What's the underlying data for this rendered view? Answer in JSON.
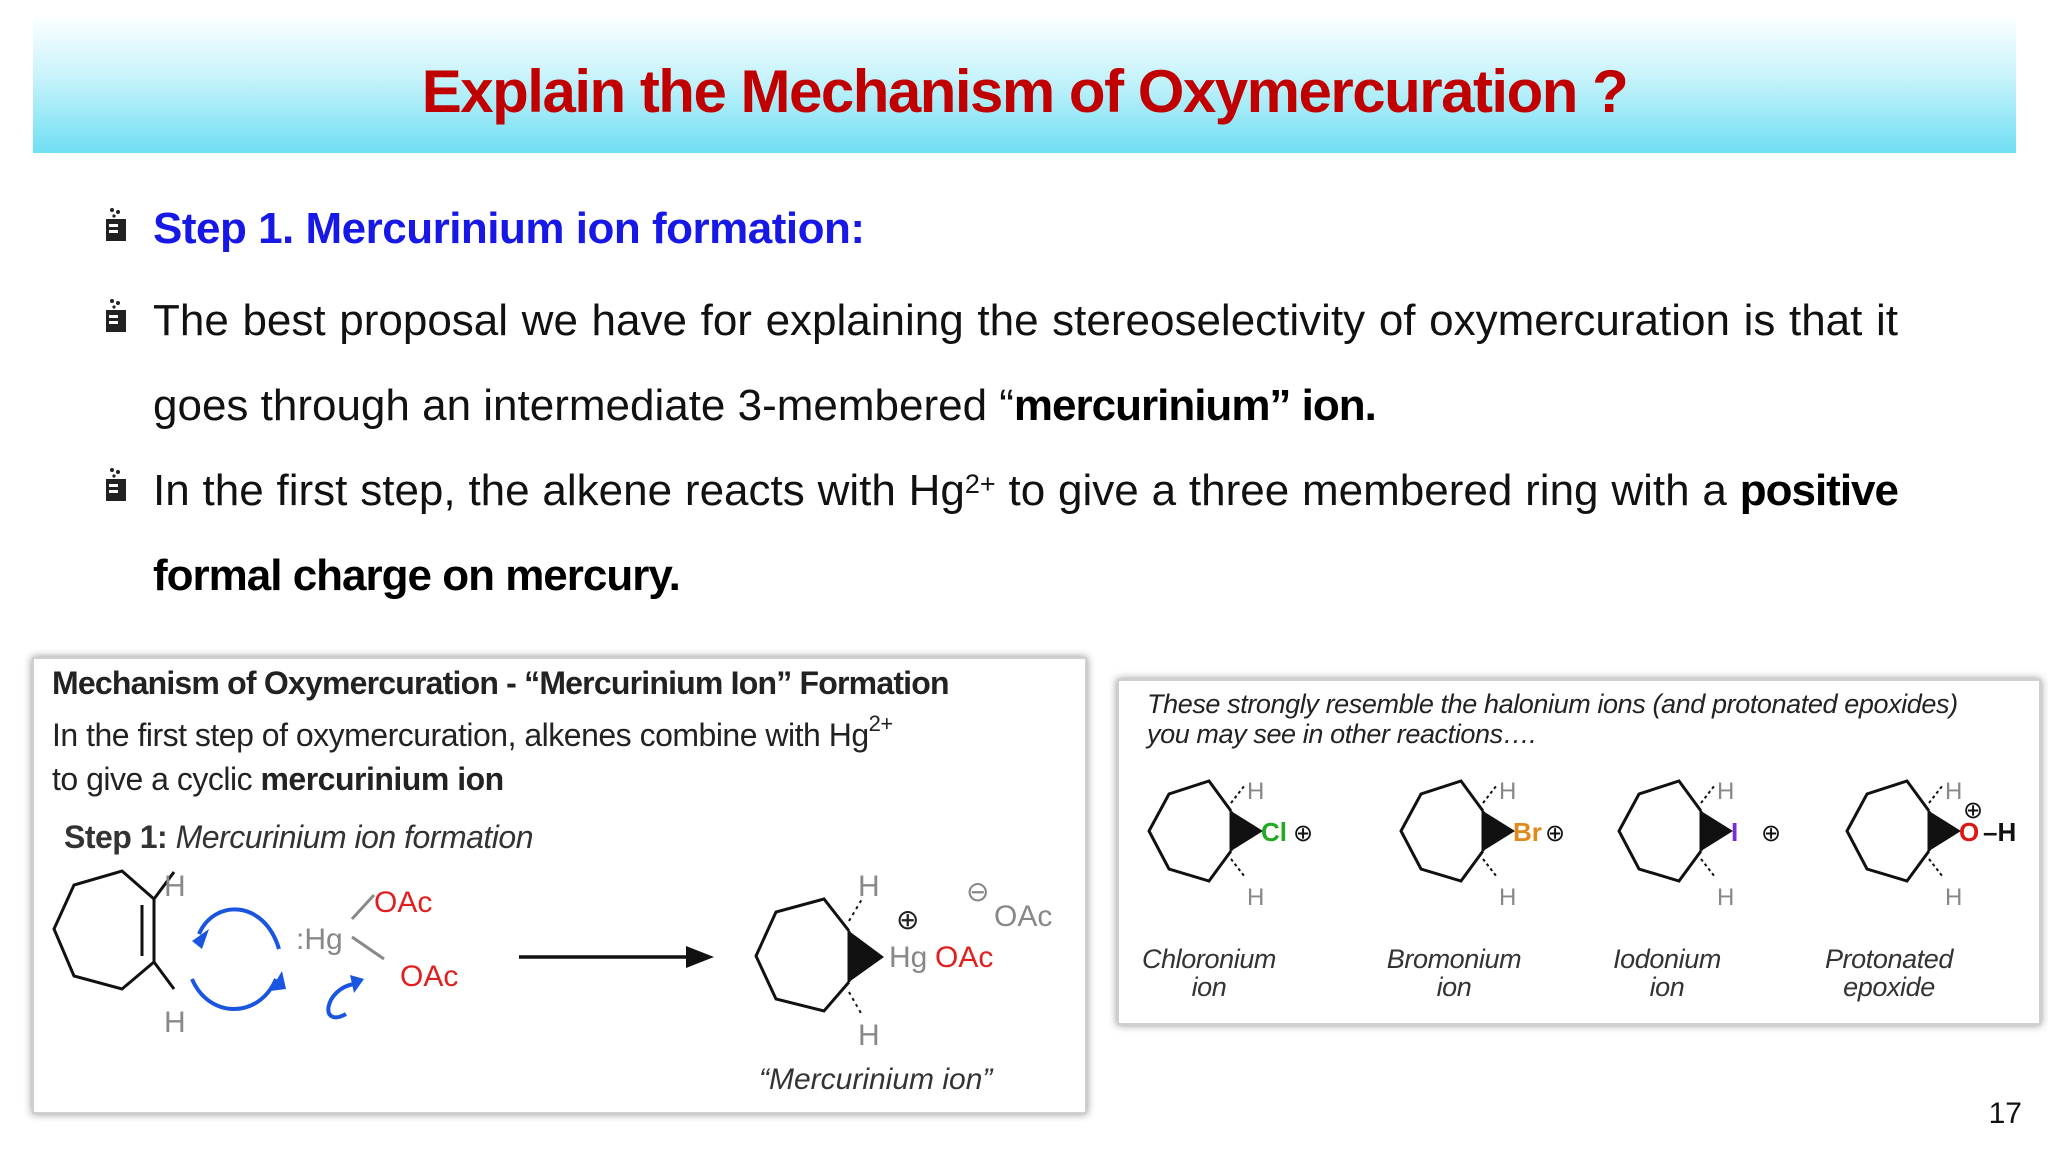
{
  "slide": {
    "title": "Explain the Mechanism of Oxymercuration ?",
    "page_number": "17",
    "accent_colors": {
      "title": "#c00000",
      "step_heading": "#1717e6",
      "title_bar": "#6fdff3"
    }
  },
  "bullets": {
    "icon": "beaker-icon",
    "b1": "Step 1. Mercurinium ion formation:",
    "b2_pre": "The best proposal we have for explaining the stereoselectivity of oxymercuration is that it goes through an intermediate 3-membered “",
    "b2_bold": "mercurinium” ion.",
    "b3_pre": "In the first step, the alkene reacts with Hg",
    "b3_sup": "2+",
    "b3_mid": " to give a three membered ring with a ",
    "b3_bold": "positive formal charge on mercury."
  },
  "left_figure": {
    "title": "Mechanism of Oxymercuration - “Mercurinium Ion” Formation",
    "line1_pre": "In the first step of oxymercuration, alkenes combine with Hg",
    "line1_sup": "2+",
    "line2_pre": "to give a cyclic ",
    "line2_bold": "mercurinium ion",
    "step_label": "Step 1:",
    "step_text": " Mercurinium ion formation",
    "labels": {
      "h": "H",
      "hg_reagent": ":Hg",
      "oac": "OAc",
      "plus": "⊕",
      "minus": "⊖",
      "hg": "Hg",
      "product_oac": "OAc"
    },
    "caption": "“Mercurinium ion”"
  },
  "right_figure": {
    "text_line1": "These strongly resemble the halonium ions (and protonated epoxides)",
    "text_line2": "you may see in other reactions….",
    "structures": [
      {
        "atom": "Cl",
        "color": "#22aa22",
        "caption_l1": "Chloronium",
        "caption_l2": "ion"
      },
      {
        "atom": "Br",
        "color": "#e08a1a",
        "caption_l1": "Bromonium",
        "caption_l2": "ion"
      },
      {
        "atom": "I",
        "color": "#7a2be0",
        "caption_l1": "Iodonium",
        "caption_l2": "ion"
      },
      {
        "atom": "O",
        "color": "#e01515",
        "caption_l1": "Protonated",
        "caption_l2": "epoxide"
      }
    ],
    "labels": {
      "h": "H",
      "plus": "⊕",
      "oh_h": "–H"
    }
  }
}
